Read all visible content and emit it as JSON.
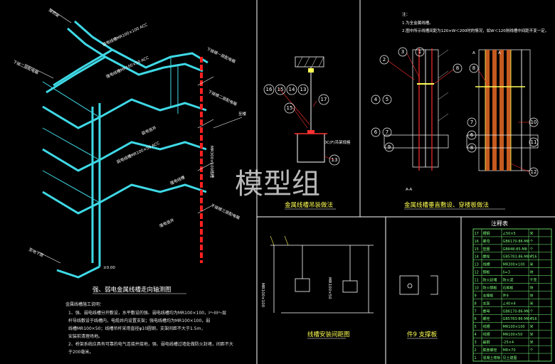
{
  "watermark": "模型组",
  "iso": {
    "caption": "强、弱电金属线槽走向轴测图",
    "labels": {
      "top_route": "接桥架",
      "trunk_a": "弱电线槽MR100×100 ACC",
      "trunk_b": "强电线槽MR100×50 ACC",
      "riser_weak": "弱电竖井",
      "riser_strong": "强电竖井",
      "riser_note": "MR300×100线槽",
      "right_arrow": "至楼",
      "floor_top": "下接楼一层配电箱",
      "floor_mid": "下接楼二层配电箱",
      "floor_low": "下接楼三层配电箱",
      "branch_1": "下接二层配电箱",
      "branch_2": "弱电线槽MR100×50 ACC",
      "branch_3": "强电线槽",
      "bottom_left": "至地下层",
      "elev": "±0.00"
    },
    "notes_title": "金属线槽施工说明：",
    "notes": [
      "1、强、弱电线槽分开敷设，水平敷设的强、弱电线槽均为MR100×100，I～III～层",
      "杆导线敷设于线槽内，电缆井内设置支架；强电线槽均为MR100×100，弱",
      "线槽MR100×50；线槽吊杆采用直径φ10圆钢，支架间距不大于1.5m，",
      "安装前清理场地。",
      "2、桥架系统应具有可靠的电气连接并接地，强、弱电线槽过墙处做防火封堵，间距不大",
      "于200毫米。"
    ]
  },
  "hanger": {
    "caption": "金属线槽吊装做法",
    "callouts": [
      "16",
      "15",
      "14",
      "13",
      "17",
      "15",
      "13"
    ],
    "note": "DC(F)吊架规格"
  },
  "vertical": {
    "intro_title": "注：",
    "intro": [
      "1.为全金属线槽。",
      "2.图中所示线槽间距为120×W＜200时的情况，如W＜120则线槽中间距不变一定。"
    ],
    "section_left": "A-A",
    "section_mark": "A",
    "caption": "金属线槽垂直敷设、穿楼板做法",
    "callouts_left": [
      "2",
      "3",
      "1",
      "4",
      "5",
      "6",
      "7",
      "8",
      "9"
    ],
    "callouts_right": [
      "8",
      "7",
      "6",
      "10",
      "11",
      "12",
      "8"
    ]
  },
  "spacing": {
    "caption": "线槽安装间距图",
    "label_a": "MR100×100",
    "label_b": "MR100×50"
  },
  "bracket": {
    "caption": "件9 支撑板"
  },
  "table": {
    "title": "注释表",
    "rows": [
      [
        "17",
        "槽钢",
        "∠50×5",
        "米",
        ""
      ],
      [
        "16",
        "螺母",
        "GB6170-86-M8",
        "个",
        ""
      ],
      [
        "15",
        "垫圈",
        "GB848-85-M8",
        "个",
        ""
      ],
      [
        "14",
        "螺栓",
        "GB5783-86-M8×16",
        "个",
        ""
      ],
      [
        "13",
        "线槽",
        "MR300×100",
        "米",
        ""
      ],
      [
        "12",
        "钢板",
        "δ=3",
        "块",
        ""
      ],
      [
        "11",
        "防火封堵",
        "防火泥",
        "千克",
        ""
      ],
      [
        "10",
        "防火隔板",
        "石棉板",
        "块",
        ""
      ],
      [
        "9",
        "支撑板",
        "件9",
        "块",
        ""
      ],
      [
        "8",
        "支架",
        "∠40×4",
        "米",
        ""
      ],
      [
        "7",
        "螺母",
        "GB6170-86-M6",
        "个",
        ""
      ],
      [
        "6",
        "螺栓",
        "GB5783-86-M6×16",
        "个",
        ""
      ],
      [
        "5",
        "线槽",
        "MR100×100",
        "米",
        ""
      ],
      [
        "4",
        "线槽",
        "MR100×50",
        "米",
        ""
      ],
      [
        "3",
        "扁钢",
        "-25×4",
        "米",
        ""
      ],
      [
        "2",
        "膨胀螺栓",
        "M8×70",
        "个",
        ""
      ],
      [
        "1",
        "混凝土楼板",
        "见土建图",
        "",
        ""
      ]
    ]
  }
}
